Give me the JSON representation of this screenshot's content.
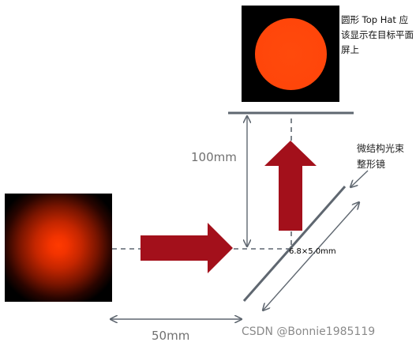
{
  "diagram": {
    "caption_tophat": "圆形 Top Hat 应该显示在目标平面屏上",
    "caption_element": "微结构光束整形镜",
    "dim_distance_vertical": "100mm",
    "dim_distance_horizontal": "50mm",
    "dim_element_size": "6.8×5.0mm",
    "watermark": "CSDN @Bonnie1985119"
  },
  "colors": {
    "arrow": "#a3101b",
    "line": "#5f6770",
    "spot": "#ff4a0c"
  }
}
